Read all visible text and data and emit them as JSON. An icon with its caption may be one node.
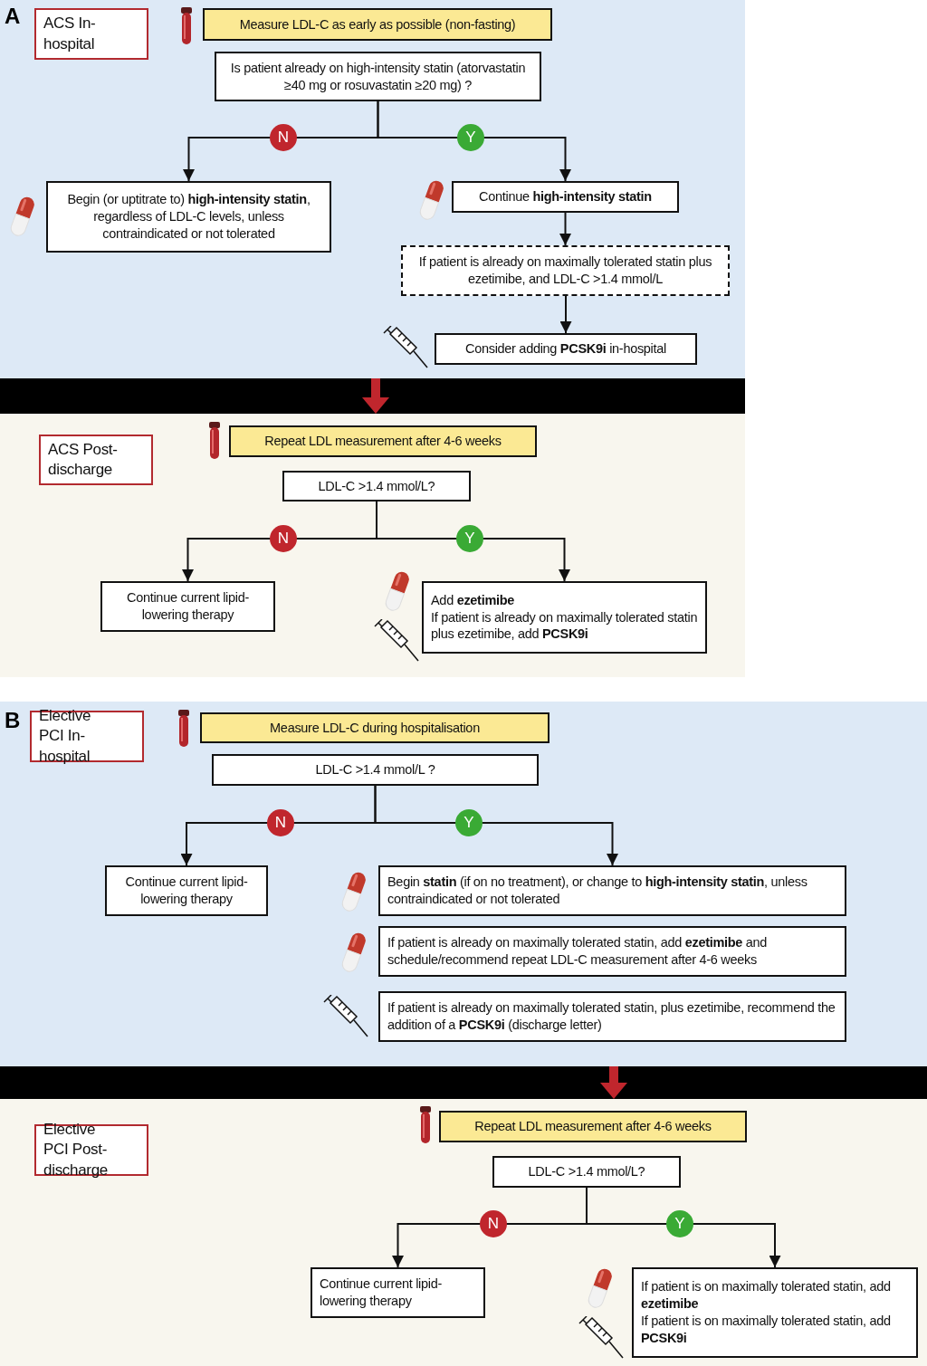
{
  "diagram": {
    "nodes": [
      {
        "text": [
          "ACS In-hospital"
        ]
      },
      {
        "text": [
          "Measure LDL-C as early as possible (non-fasting)"
        ]
      },
      {
        "text": [
          "Is patient already on high-intensity statin (atorvastatin ≥40 mg or rosuvastatin ≥20 mg) ?"
        ]
      },
      {
        "text": [
          "Begin (or uptitrate to) **high-intensity statin**, regardless of LDL-C levels, unless contraindicated or not tolerated"
        ]
      },
      {
        "text": [
          "Continue **high-intensity statin**"
        ]
      },
      {
        "text": [
          "If patient is already on maximally tolerated statin plus ezetimibe, and LDL-C >1.4 mmol/L"
        ]
      },
      {
        "text": [
          "Consider adding **PCSK9i** in-hospital"
        ]
      },
      {
        "text": [
          "ACS Post-discharge"
        ]
      },
      {
        "text": [
          "Repeat LDL measurement after 4-6 weeks"
        ]
      },
      {
        "text": [
          "LDL-C >1.4 mmol/L?"
        ]
      },
      {
        "text": [
          "Continue current lipid-lowering therapy"
        ]
      },
      {
        "text": [
          "Add **ezetimibe**",
          "If patient is already on maximally tolerated statin plus ezetimibe, add **PCSK9i**"
        ]
      },
      {
        "text": [
          "Elective PCI In-hospital"
        ]
      },
      {
        "text": [
          "Measure LDL-C during hospitalisation"
        ]
      },
      {
        "text": [
          "LDL-C >1.4 mmol/L ?"
        ]
      },
      {
        "text": [
          "Continue current lipid-lowering therapy"
        ]
      },
      {
        "text": [
          "Begin **statin** (if on no treatment), or change to **high-intensity statin**, unless contraindicated or not tolerated"
        ]
      },
      {
        "text": [
          "If patient is already on maximally tolerated statin, add **ezetimibe** and schedule/recommend repeat LDL-C measurement after 4-6 weeks"
        ]
      },
      {
        "text": [
          "If patient is already on maximally tolerated statin, plus ezetimibe, recommend the addition of a **PCSK9i** (discharge letter)"
        ]
      },
      {
        "text": [
          "Elective PCI Post-discharge"
        ]
      },
      {
        "text": [
          "Repeat LDL measurement after 4-6 weeks"
        ]
      },
      {
        "text": [
          "LDL-C >1.4 mmol/L?"
        ]
      },
      {
        "text": [
          "Continue current lipid-lowering therapy"
        ]
      },
      {
        "text": [
          "If patient is on maximally tolerated statin, add **ezetimibe**",
          "If patient is on maximally tolerated statin, add **PCSK9i**"
        ]
      }
    ],
    "edges": [
      {
        "from": 2,
        "to": 3,
        "arrow": "to",
        "label": "N"
      },
      {
        "from": 2,
        "to": 4,
        "arrow": "to",
        "label": "Y"
      },
      {
        "from": 4,
        "to": 5,
        "arrow": "to"
      },
      {
        "from": 5,
        "to": 6,
        "arrow": "to"
      },
      {
        "from": 9,
        "to": 10,
        "arrow": "to",
        "label": "N"
      },
      {
        "from": 9,
        "to": 11,
        "arrow": "to",
        "label": "Y"
      },
      {
        "from": 14,
        "to": 15,
        "arrow": "to",
        "label": "N"
      },
      {
        "from": 14,
        "to": 16,
        "arrow": "to",
        "label": "Y"
      },
      {
        "from": 21,
        "to": 22,
        "arrow": "to",
        "label": "N"
      },
      {
        "from": 21,
        "to": 23,
        "arrow": "to",
        "label": "Y"
      }
    ],
    "labels": [
      "A",
      "B"
    ]
  }
}
